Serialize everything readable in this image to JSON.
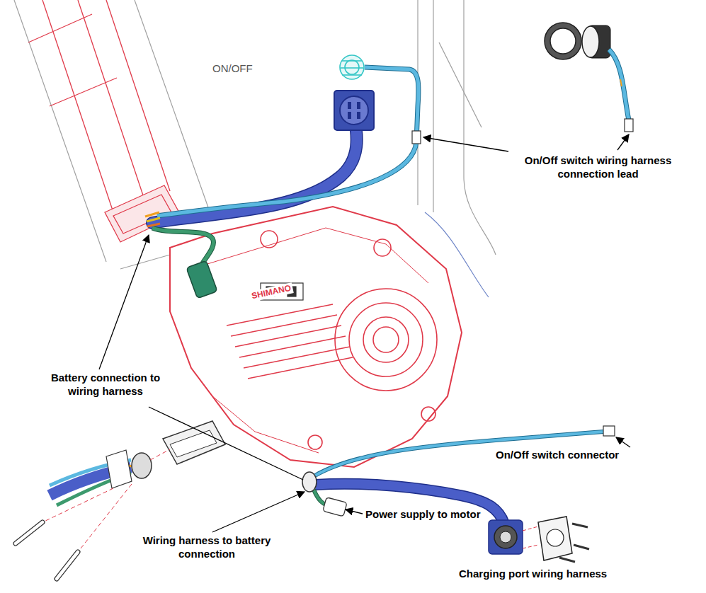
{
  "diagram": {
    "labels": [
      "ON/OFF",
      "On/Off switch wiring harness connection lead",
      "SHIMANO",
      "Battery connection to wiring harness",
      "On/Off switch connector",
      "Power supply to motor",
      "Wiring harness to battery connection",
      "Charging port wiring harness"
    ]
  }
}
